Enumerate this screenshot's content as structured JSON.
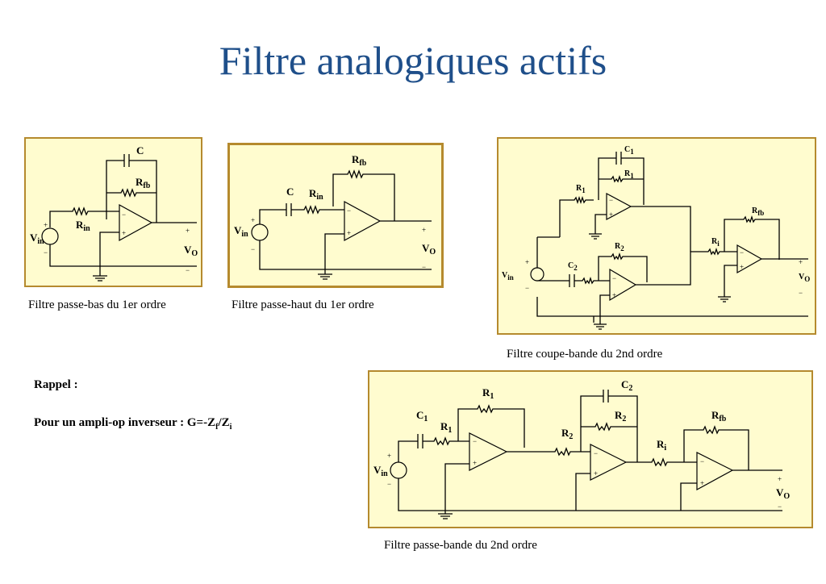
{
  "title": "Filtre analogiques actifs",
  "captions": {
    "lowpass": "Filtre passe-bas du 1er ordre",
    "highpass": "Filtre passe-haut du 1er ordre",
    "bandstop": "Filtre coupe-bande du 2nd ordre",
    "bandpass": "Filtre passe-bande du 2nd ordre"
  },
  "rappel": {
    "heading": "Rappel :",
    "formula_prefix": "Pour un ampli-op inverseur : G=-Z",
    "formula_sub1": "f",
    "formula_mid": "/Z",
    "formula_sub2": "i"
  },
  "labels": {
    "R": "R",
    "V": "V",
    "C": "C",
    "in": "in",
    "fb": "fb",
    "O": "O",
    "i": "i",
    "one": "1",
    "two": "2",
    "plus": "+",
    "minus": "−"
  },
  "colors": {
    "title": "#1f4f8a",
    "panel_bg": "#fffccf",
    "panel_border": "#b58a2e"
  }
}
